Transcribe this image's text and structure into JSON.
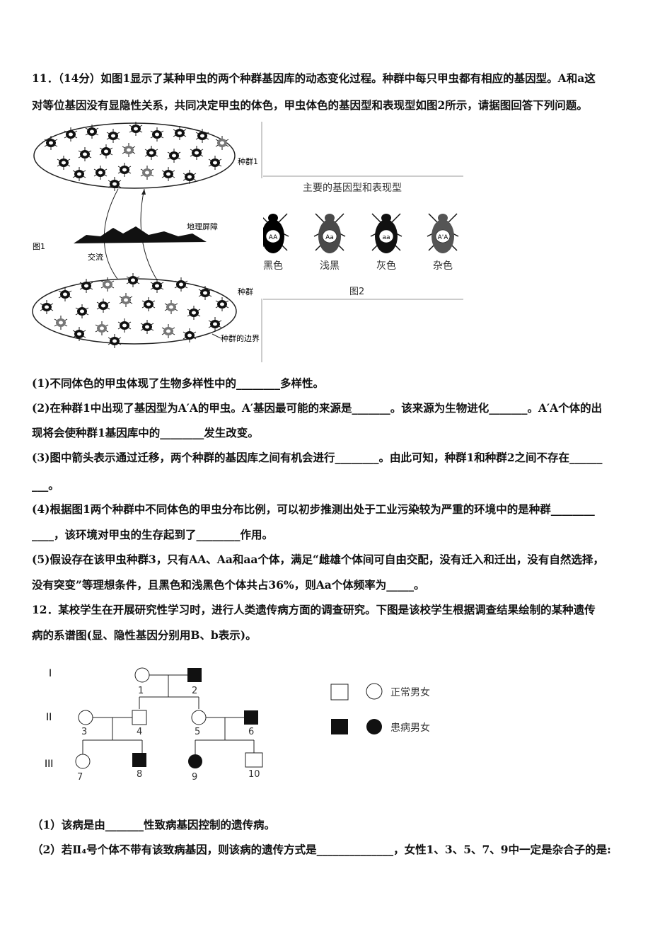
{
  "q11": {
    "line1": "11．（14分）如图1显示了某种甲虫的两个种群基因库的动态变化过程。种群中每只甲虫都有相应的基因型。A和a这",
    "line2": "对等位基因没有显隐性关系，共同决定甲虫的体色，甲虫体色的基因型和表现型如图2所示，请据图回答下列问题。",
    "fig1": {
      "label": "图1",
      "pop1_label": "种群1",
      "pop2_label": "种群",
      "barrier_label": "地理屏障",
      "exchange_label": "交流",
      "boundary_label": "种群的边界"
    },
    "fig2": {
      "title": "主要的基因型和表现型",
      "caption": "图2",
      "beetles": [
        {
          "genotype": "AA",
          "phenotype": "黑色"
        },
        {
          "genotype": "Aa",
          "phenotype": "浅黑"
        },
        {
          "genotype": "aa",
          "phenotype": "灰色"
        },
        {
          "genotype": "A'A",
          "phenotype": "杂色"
        }
      ]
    },
    "p1": "(1)不同体色的甲虫体现了生物多样性中的________多样性。",
    "p2a": "(2)在种群1中出现了基因型为A′A的甲虫。A′基因最可能的来源是_______。该来源为生物进化_______。A′A个体的出",
    "p2b": "现将会使种群1基因库中的________发生改变。",
    "p3a": "(3)图中箭头表示通过迁移，两个种群的基因库之间有机会进行________。由此可知，种群1和种群2之间不存在______",
    "p3b": "___。",
    "p4a": "(4)根据图1两个种群中不同体色的甲虫分布比例，可以初步推测出处于工业污染较为严重的环境中的是种群________",
    "p4b": "____，该环境对甲虫的生存起到了________作用。",
    "p5a": "(5)假设存在该甲虫种群3，只有AA、Aa和aa个体，满足“雌雄个体间可自由交配，没有迁入和迁出，没有自然选择，",
    "p5b": "没有突变”等理想条件，且黑色和浅黑色个体共占36%，则Aa个体频率为_____。"
  },
  "q12": {
    "line1": "12．某校学生在开展研究性学习时，进行人类遗传病方面的调查研究。下图是该校学生根据调查结果绘制的某种遗传",
    "line2": "病的系谱图(显、隐性基因分别用B、b表示)。",
    "pedigree": {
      "generations": [
        "I",
        "II",
        "III"
      ],
      "individuals": [
        "1",
        "2",
        "3",
        "4",
        "5",
        "6",
        "7",
        "8",
        "9",
        "10"
      ],
      "legend_normal": "正常男女",
      "legend_affected": "患病男女"
    },
    "p1": "（1）该病是由_______性致病基因控制的遗传病。",
    "p2": "（2）若Ⅱ₄号个体不带有该致病基因，则该病的遗传方式是______________，女性1、3、5、7、9中一定是杂合子的是:"
  }
}
